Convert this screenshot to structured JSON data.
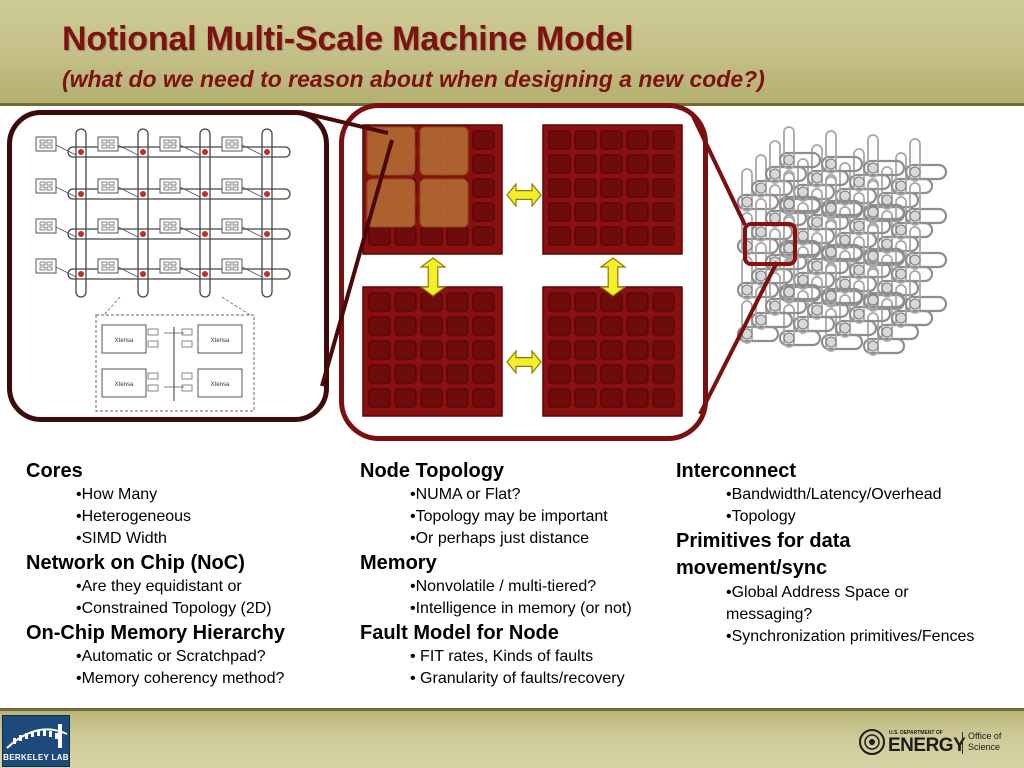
{
  "header": {
    "title": "Notional Multi-Scale Machine Model",
    "subtitle": "(what do we need to reason about when designing a new code?)"
  },
  "figure": {
    "xtensa_label": "Xtensa"
  },
  "columns": [
    {
      "sections": [
        {
          "heading": "Cores",
          "bullets": [
            "•How Many",
            "•Heterogeneous",
            "•SIMD Width"
          ]
        },
        {
          "heading": "Network on Chip (NoC)",
          "bullets": [
            "•Are they equidistant or",
            "•Constrained Topology (2D)"
          ]
        },
        {
          "heading": "On-Chip Memory Hierarchy",
          "bullets": [
            "•Automatic or Scratchpad?",
            "•Memory coherency method?"
          ]
        }
      ]
    },
    {
      "sections": [
        {
          "heading": "Node Topology",
          "bullets": [
            "•NUMA or Flat?",
            "•Topology may be important",
            "•Or perhaps just distance"
          ]
        },
        {
          "heading": "Memory",
          "bullets": [
            "•Nonvolatile / multi-tiered?",
            "•Intelligence in memory (or not)"
          ]
        },
        {
          "heading": "Fault Model for Node",
          "bullets": [
            "• FIT rates, Kinds of faults",
            "• Granularity of faults/recovery"
          ]
        }
      ]
    },
    {
      "sections": [
        {
          "heading": "Interconnect",
          "bullets": [
            "•Bandwidth/Latency/Overhead",
            "•Topology"
          ]
        },
        {
          "heading": "Primitives for data movement/sync",
          "bullets": [
            "•Global Address Space or messaging?",
            "•Synchronization primitives/Fences"
          ]
        }
      ]
    }
  ],
  "footer": {
    "lab_name": "BERKELEY LAB",
    "doe_small": "U.S. DEPARTMENT OF",
    "doe_name": "ENERGY",
    "office": "Office of Science"
  },
  "colors": {
    "title": "#7e1212",
    "chip": "#8a0f0f",
    "arrow": "#f5ee2a"
  }
}
